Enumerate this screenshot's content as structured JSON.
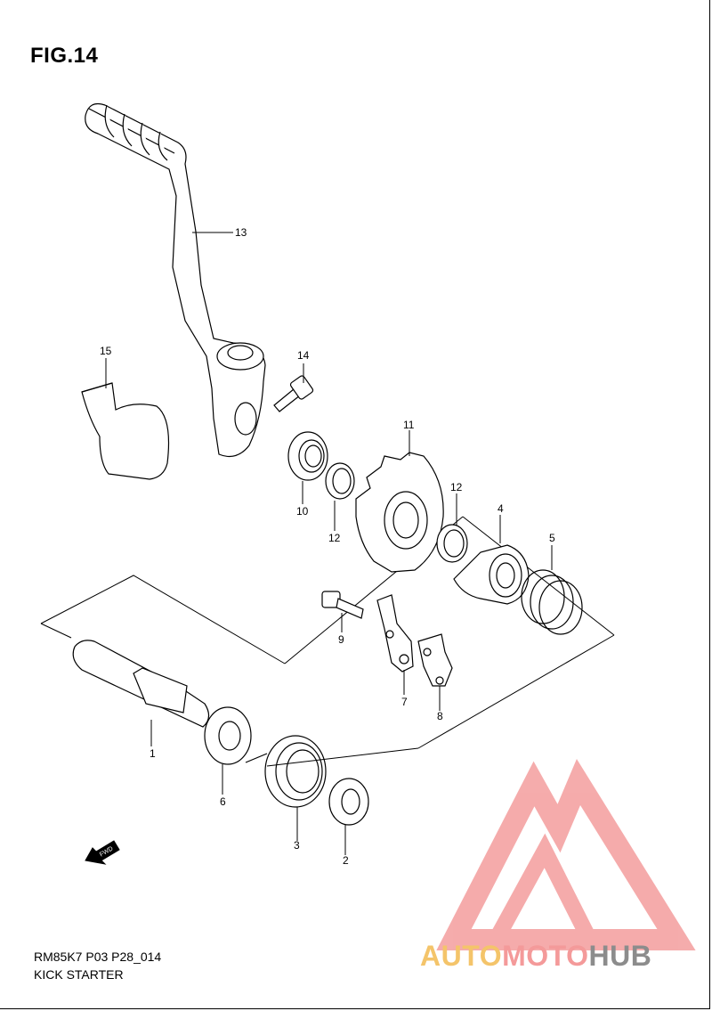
{
  "figure": {
    "title": "FIG.14"
  },
  "captions": {
    "code": "RM85K7 P03 P28_014",
    "name": "KICK STARTER"
  },
  "callouts": [
    "1",
    "2",
    "3",
    "4",
    "5",
    "6",
    "7",
    "8",
    "9",
    "10",
    "11",
    "12",
    "12",
    "13",
    "14",
    "15"
  ],
  "fwd_label": "FWD",
  "watermark": {
    "part1": "AUTO",
    "part2": "MOTO",
    "part3": "HUB",
    "colors": {
      "auto": "#f4c46a",
      "moto": "#f49a9a",
      "hub": "#8c8c8c",
      "triangle": "#f4a3a3"
    }
  }
}
